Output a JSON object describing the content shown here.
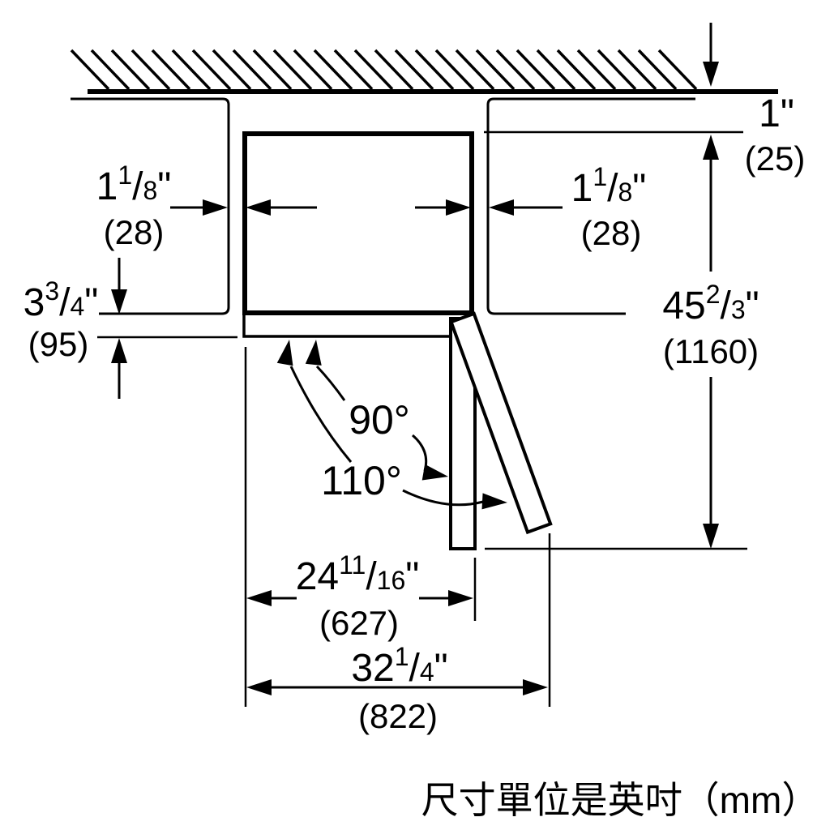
{
  "glyphs": {
    "slash": "/"
  },
  "dims": {
    "rear_gap": {
      "whole": "1",
      "unit": "\"",
      "mm": "(25)"
    },
    "left_gap": {
      "whole": "1",
      "num": "1",
      "den": "8",
      "unit": "\"",
      "mm": "(28)"
    },
    "right_gap": {
      "whole": "1",
      "num": "1",
      "den": "8",
      "unit": "\"",
      "mm": "(28)"
    },
    "door_protrusion": {
      "whole": "3",
      "num": "3",
      "den": "4",
      "unit": "\"",
      "mm": "(95)"
    },
    "niche_depth": {
      "whole": "45",
      "num": "2",
      "den": "3",
      "unit": "\"",
      "mm": "(1160)"
    },
    "depth_door_open": {
      "whole": "24",
      "num": "11",
      "den": "16",
      "unit": "\"",
      "mm": "(627)"
    },
    "swing_clearance": {
      "whole": "32",
      "num": "1",
      "den": "4",
      "unit": "\"",
      "mm": "(822)"
    },
    "angle_90": "90°",
    "angle_110": "110°"
  },
  "footer": {
    "note": "尺寸單位是英吋（mm）"
  },
  "colors": {
    "line": "#000000",
    "background": "#ffffff"
  }
}
